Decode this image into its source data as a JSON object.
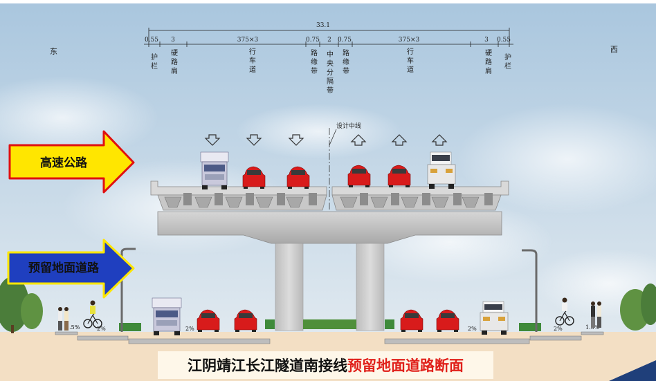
{
  "caption": {
    "prefix": "江阴靖江长江隧道南接线",
    "highlight": "预留地面道路断面",
    "highlight_color": "#e0201a"
  },
  "callouts": {
    "expressway": "高速公路",
    "ground_road": "预留地面道路",
    "expressway_fill": "#ffe600",
    "ground_road_fill": "#1f3fbf",
    "expressway_text_color": "#ff2a00",
    "ground_road_text_color": "#ffffff"
  },
  "directions": {
    "left": "东",
    "right": "西"
  },
  "dimensions": {
    "total": "33.1",
    "segments": [
      "0.55",
      "3",
      "375×3",
      "0.75",
      "2",
      "0.75",
      "375×3",
      "3",
      "0.55"
    ]
  },
  "component_labels": [
    "护栏",
    "硬路肩",
    "行车道",
    "路缘带",
    "中央分隔带",
    "路缘带",
    "行车道",
    "硬路肩",
    "护栏"
  ],
  "centerline_label": "设计中线",
  "slopes": [
    "1.5%",
    "2%",
    "2%",
    "2%",
    "2%",
    "1.5%"
  ],
  "colors": {
    "sky_top": "#a9c6de",
    "sky_bottom": "#e4edf4",
    "concrete": "#cfcfcf",
    "ground": "#f3dfc4",
    "car": "#d81b1b"
  },
  "icons": {
    "down_arrow": "outline-down-arrow-icon",
    "up_arrow": "outline-up-arrow-icon"
  }
}
